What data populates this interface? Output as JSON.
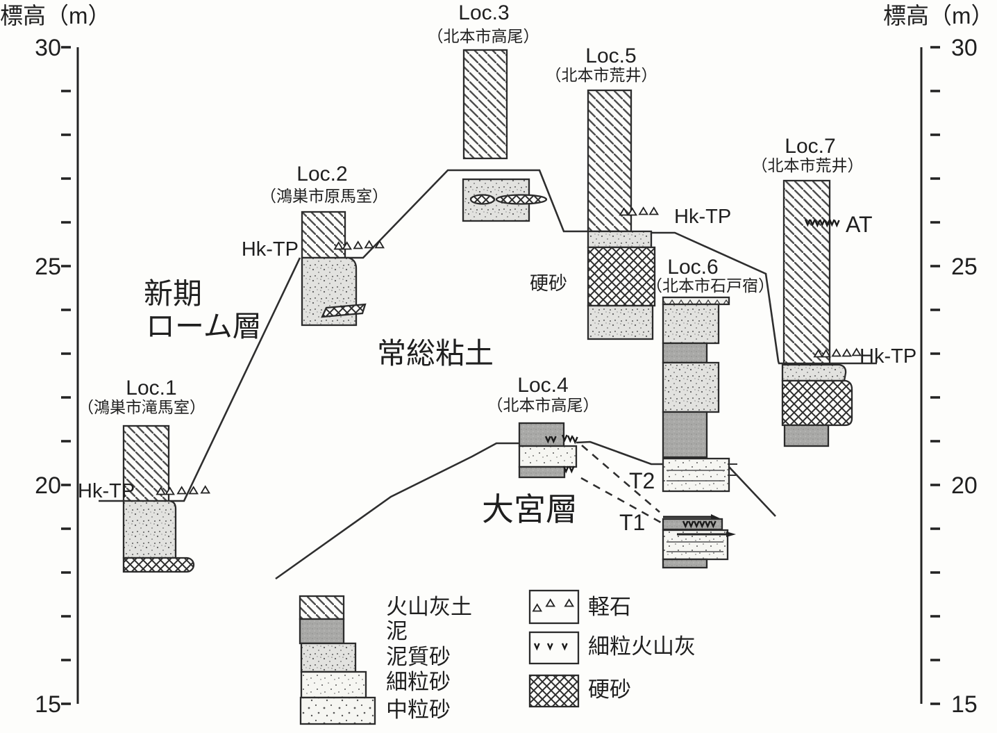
{
  "axes": {
    "title": "標高（m）",
    "tick_labels": [
      "30",
      "25",
      "20",
      "15"
    ],
    "min_m": 15,
    "max_m": 30,
    "tick_interval_m": 1,
    "label_interval_m": 5
  },
  "stages": {
    "loam_line1": "新期",
    "loam_line2": "ローム層",
    "joso": "常総粘土",
    "omiya": "大宮層"
  },
  "tephra": {
    "hktp": "Hk-TP",
    "at": "AT",
    "t1": "T1",
    "t2": "T2"
  },
  "annotations": {
    "hard_sand": "硬砂"
  },
  "columns": [
    {
      "name": "Loc.1",
      "place": "（鴻巣市滝馬室）",
      "layers": [
        {
          "lith": "火山灰土",
          "top_m": 21.4,
          "base_m": 19.6
        },
        {
          "lith": "泥質砂",
          "top_m": 19.6,
          "base_m": 18.3
        },
        {
          "lith": "硬砂",
          "top_m": 18.3,
          "base_m": 18.0
        }
      ],
      "markers": [
        {
          "name": "Hk-TP",
          "elev_m": 19.6
        }
      ]
    },
    {
      "name": "Loc.2",
      "place": "（鴻巣市原馬室）",
      "layers": [
        {
          "lith": "火山灰土",
          "top_m": 26.2,
          "base_m": 25.2
        },
        {
          "lith": "泥質砂",
          "top_m": 25.2,
          "base_m": 23.7
        },
        {
          "lith": "硬砂",
          "shape": "lens",
          "top_m": 24.0,
          "base_m": 23.8
        }
      ],
      "markers": [
        {
          "name": "Hk-TP",
          "elev_m": 25.2
        }
      ]
    },
    {
      "name": "Loc.3",
      "place": "（北本市高尾）",
      "layers": [
        {
          "lith": "火山灰土",
          "top_m": 29.9,
          "base_m": 27.5
        },
        {
          "lith": "泥質砂",
          "top_m": 27.0,
          "base_m": 26.0
        },
        {
          "lith": "硬砂",
          "shape": "lens",
          "top_m": 26.6,
          "base_m": 26.4
        }
      ],
      "markers": []
    },
    {
      "name": "Loc.4",
      "place": "（北本市高尾）",
      "layers": [
        {
          "lith": "泥",
          "top_m": 21.4,
          "base_m": 20.9
        },
        {
          "lith": "細粒砂",
          "top_m": 20.9,
          "base_m": 20.4
        },
        {
          "lith": "泥",
          "top_m": 20.4,
          "base_m": 20.2
        }
      ],
      "markers": [
        {
          "name": "細粒火山灰",
          "elev_m": 20.9
        },
        {
          "name": "細粒火山灰",
          "elev_m": 20.3
        }
      ]
    },
    {
      "name": "Loc.5",
      "place": "（北本市荒井）",
      "layers": [
        {
          "lith": "火山灰土",
          "top_m": 29.0,
          "base_m": 25.8
        },
        {
          "lith": "泥質砂",
          "top_m": 25.8,
          "base_m": 25.4
        },
        {
          "lith": "硬砂",
          "top_m": 25.4,
          "base_m": 24.1
        },
        {
          "lith": "泥質砂",
          "top_m": 24.1,
          "base_m": 23.3
        }
      ],
      "markers": [
        {
          "name": "Hk-TP",
          "elev_m": 25.8
        }
      ]
    },
    {
      "name": "Loc.6",
      "place": "（北本市石戸宿）",
      "layers": [
        {
          "lith": "軽石",
          "top_m": 24.3,
          "base_m": 24.1
        },
        {
          "lith": "泥質砂",
          "top_m": 24.1,
          "base_m": 23.2
        },
        {
          "lith": "泥",
          "top_m": 23.2,
          "base_m": 22.8
        },
        {
          "lith": "泥質砂",
          "top_m": 22.8,
          "base_m": 21.7
        },
        {
          "lith": "泥",
          "top_m": 21.7,
          "base_m": 20.6
        },
        {
          "lith": "細粒砂",
          "top_m": 20.6,
          "base_m": 19.9
        },
        {
          "lith": "細粒火山灰",
          "top_m": 19.3,
          "base_m": 19.0
        },
        {
          "lith": "細粒砂",
          "top_m": 19.0,
          "base_m": 18.3
        },
        {
          "lith": "泥",
          "top_m": 18.3,
          "base_m": 18.1
        }
      ],
      "markers": [
        {
          "name": "T2",
          "elev_m": 20.4
        },
        {
          "name": "T1",
          "elev_m": 19.1
        }
      ]
    },
    {
      "name": "Loc.7",
      "place": "（北本市荒井）",
      "layers": [
        {
          "lith": "火山灰土",
          "top_m": 27.0,
          "base_m": 22.8
        },
        {
          "lith": "泥質砂",
          "top_m": 22.8,
          "base_m": 22.4
        },
        {
          "lith": "硬砂",
          "top_m": 22.4,
          "base_m": 21.4
        },
        {
          "lith": "泥",
          "top_m": 21.4,
          "base_m": 20.9
        }
      ],
      "markers": [
        {
          "name": "AT",
          "elev_m": 26.0
        },
        {
          "name": "Hk-TP",
          "elev_m": 22.8
        }
      ]
    }
  ],
  "legend": {
    "lithology": [
      "火山灰土",
      "泥",
      "泥質砂",
      "細粒砂",
      "中粒砂"
    ],
    "symbols": [
      "軽石",
      "細粒火山灰",
      "硬砂"
    ]
  }
}
